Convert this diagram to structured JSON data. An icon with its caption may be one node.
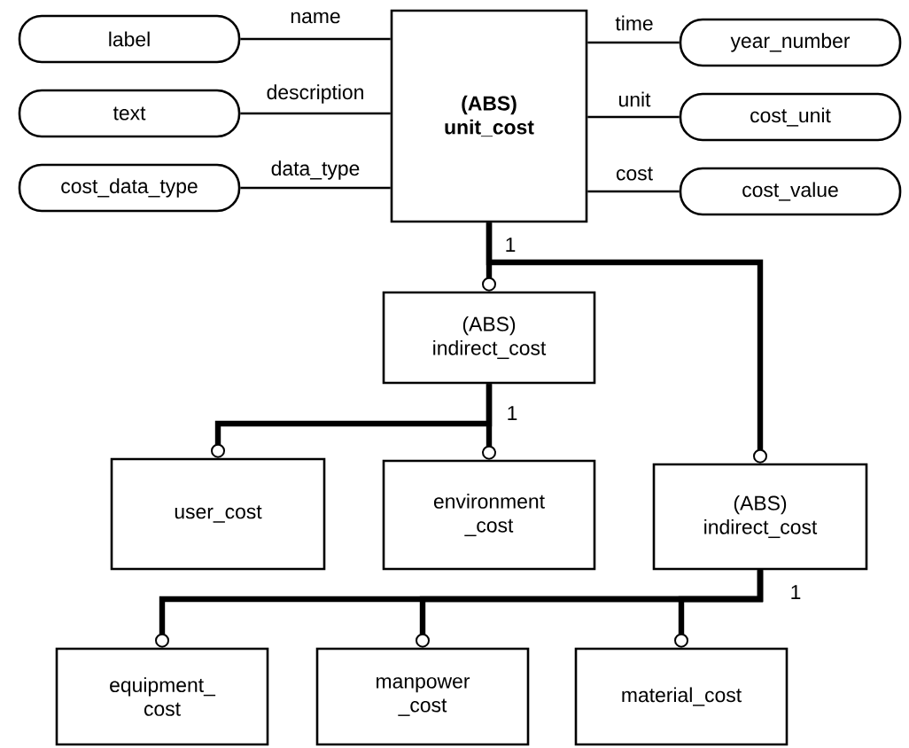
{
  "diagram": {
    "nodes": [
      {
        "text": [
          "(ABS) unit_cost"
        ]
      },
      {
        "text": [
          "label"
        ]
      },
      {
        "text": [
          "text"
        ]
      },
      {
        "text": [
          "cost_data_type"
        ]
      },
      {
        "text": [
          "year_number"
        ]
      },
      {
        "text": [
          "cost_unit"
        ]
      },
      {
        "text": [
          "cost_value"
        ]
      },
      {
        "text": [
          "(ABS) indirect_cost"
        ]
      },
      {
        "text": [
          "user_cost"
        ]
      },
      {
        "text": [
          "environment _cost"
        ]
      },
      {
        "text": [
          "(ABS) indirect_cost"
        ]
      },
      {
        "text": [
          "equipment_ cost"
        ]
      },
      {
        "text": [
          "manpower _cost"
        ]
      },
      {
        "text": [
          "material_cost"
        ]
      }
    ],
    "edges": [
      {
        "from": 0,
        "to": 1,
        "arrow": "none",
        "label": "name"
      },
      {
        "from": 0,
        "to": 2,
        "arrow": "none",
        "label": "description"
      },
      {
        "from": 0,
        "to": 3,
        "arrow": "none",
        "label": "data_type"
      },
      {
        "from": 0,
        "to": 4,
        "arrow": "none",
        "label": "time"
      },
      {
        "from": 0,
        "to": 5,
        "arrow": "none",
        "label": "unit"
      },
      {
        "from": 0,
        "to": 6,
        "arrow": "none",
        "label": "cost"
      },
      {
        "from": 0,
        "to": 7,
        "arrow": "other"
      },
      {
        "from": 0,
        "to": 10,
        "arrow": "other"
      },
      {
        "from": 7,
        "to": 8,
        "arrow": "other"
      },
      {
        "from": 7,
        "to": 9,
        "arrow": "other"
      },
      {
        "from": 10,
        "to": 11,
        "arrow": "other"
      },
      {
        "from": 10,
        "to": 12,
        "arrow": "other"
      },
      {
        "from": 10,
        "to": 13,
        "arrow": "other"
      }
    ],
    "labels": [
      "1",
      "1",
      "1"
    ]
  }
}
